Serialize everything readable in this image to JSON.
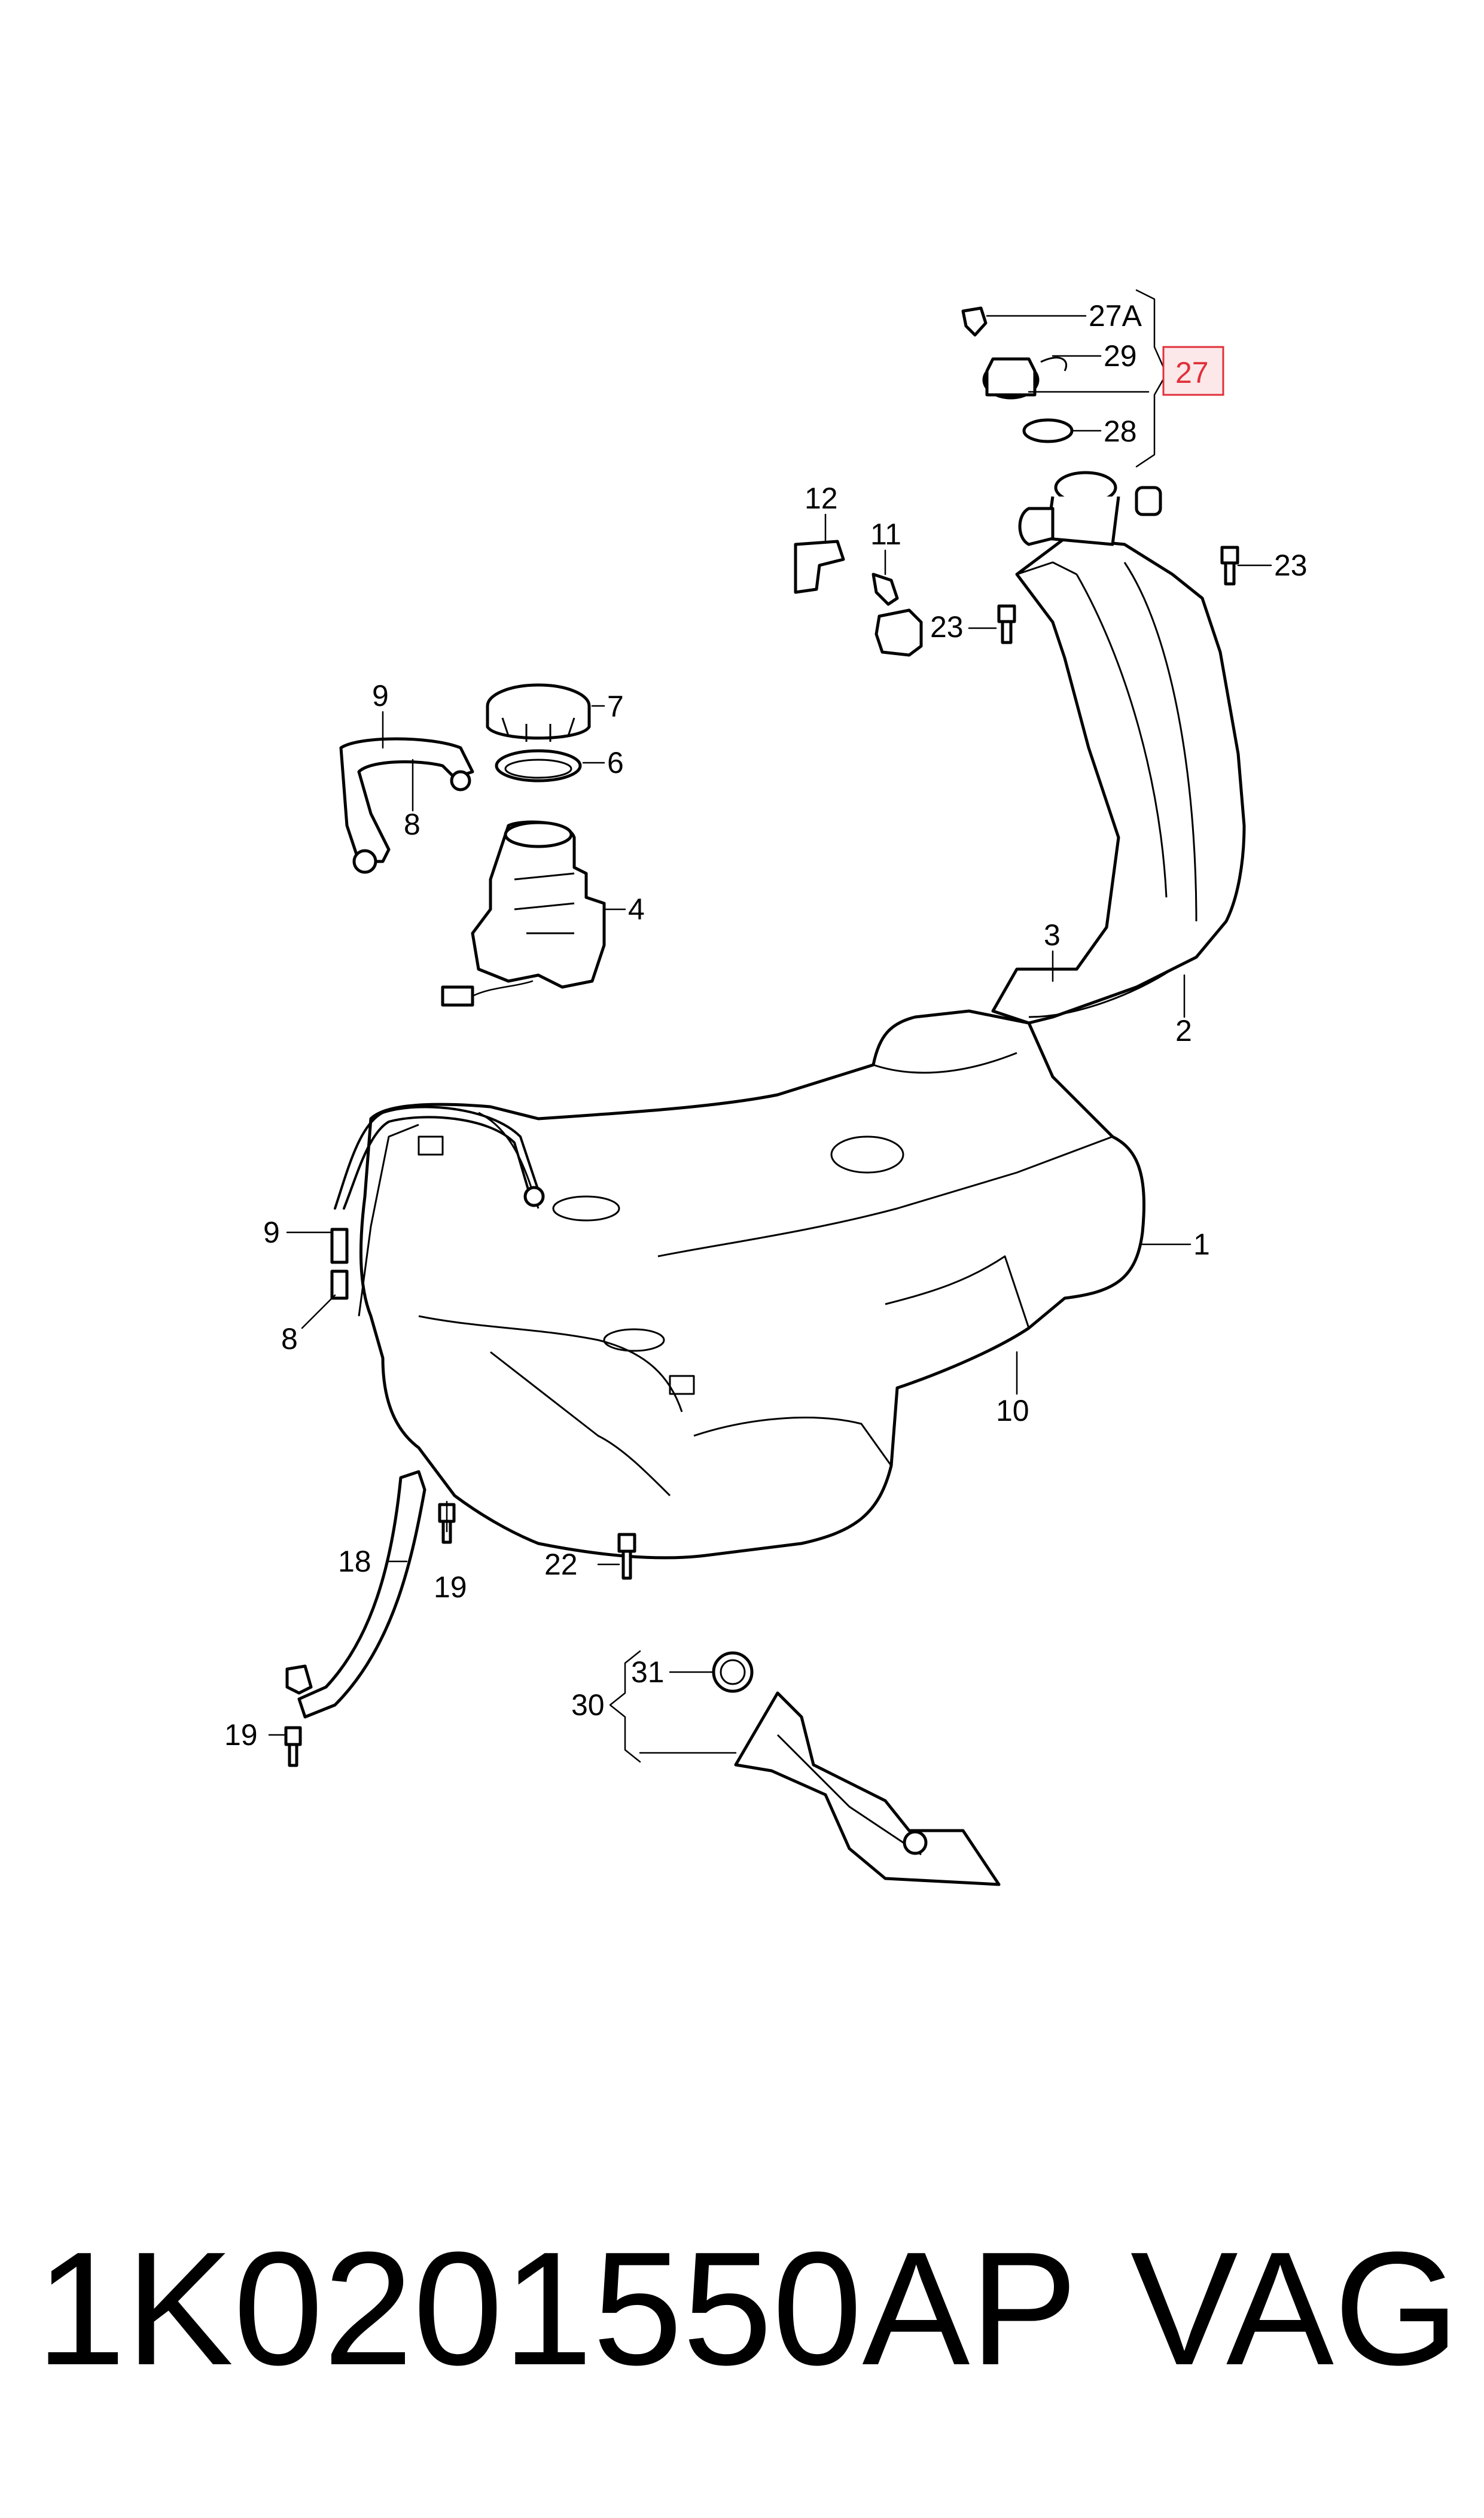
{
  "labels": {
    "p1": "1",
    "p2": "2",
    "p3": "3",
    "p4": "4",
    "p6": "6",
    "p7": "7",
    "p8a": "8",
    "p8b": "8",
    "p9a": "9",
    "p9b": "9",
    "p10": "10",
    "p11": "11",
    "p12": "12",
    "p18": "18",
    "p19a": "19",
    "p19b": "19",
    "p22": "22",
    "p23a": "23",
    "p23b": "23",
    "p27": "27",
    "p27A": "27A",
    "p28": "28",
    "p29": "29",
    "p30": "30",
    "p31": "31"
  },
  "highlight": {
    "label": "27",
    "color": "#e0303a",
    "fill": "#fde8e9"
  },
  "footer": {
    "part_number": "1K0201550AP",
    "brand": "VAG"
  }
}
